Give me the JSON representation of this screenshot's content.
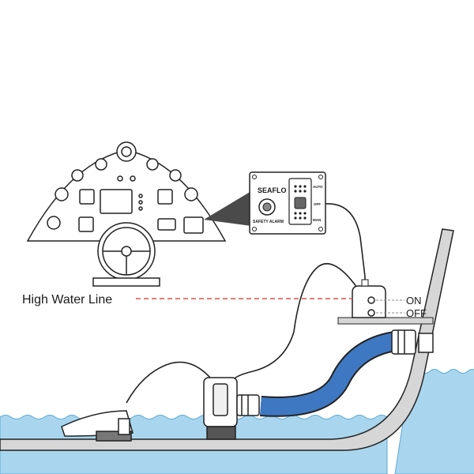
{
  "labels": {
    "high_water_line": "High Water Line",
    "switch_on": "ON",
    "switch_off": "OFF"
  },
  "panel": {
    "brand": "SEAFLO",
    "alarm_label": "SAFETY ALARM",
    "mode_auto": "AUTO",
    "mode_off": "OFF",
    "mode_man": "MAN"
  },
  "colors": {
    "water": "#a9d6ee",
    "water_edge": "#5aa9d6",
    "hose": "#3f78c2",
    "alarm_line": "#d9534f",
    "hull": "#d6d6d6",
    "outline": "#222222"
  }
}
